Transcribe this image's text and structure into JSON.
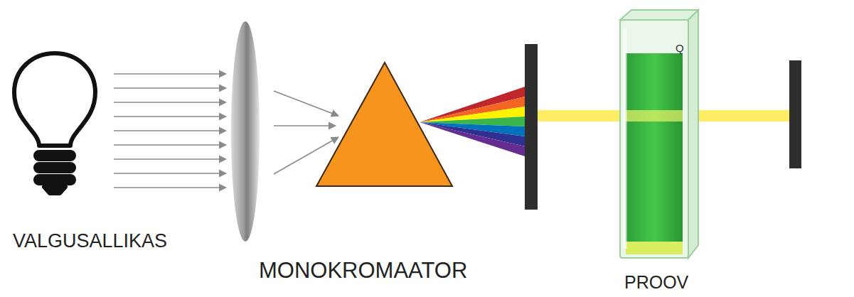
{
  "diagram": {
    "labels": [
      "VALGUSALLIKAS",
      "MONOKROMAATOR",
      "PROOV",
      "Q"
    ]
  }
}
